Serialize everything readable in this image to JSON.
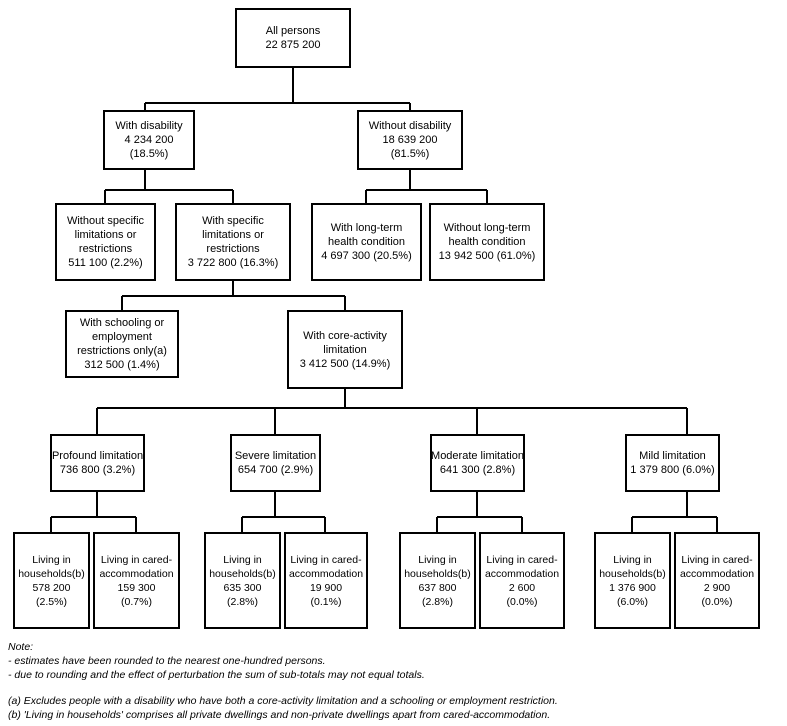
{
  "diagram": {
    "title": "All persons",
    "nodes": {
      "all_persons": {
        "label": "All persons",
        "count": "22 875 200"
      },
      "with_disability": {
        "label": "With disability",
        "count": "4 234 200",
        "percent": "(18.5%)"
      },
      "without_disability": {
        "label": "Without disability",
        "count": "18 639 200",
        "percent": "(81.5%)"
      },
      "without_specific_limitations": {
        "line1": "Without specific",
        "line2": "limitations or",
        "line3": "restrictions",
        "value": "511 100 (2.2%)"
      },
      "with_specific_limitations": {
        "line1": "With specific",
        "line2": "limitations or",
        "line3": "restrictions",
        "value": "3 722 800 (16.3%)"
      },
      "with_long_term_condition": {
        "line1": "With long-term",
        "line2": "health condition",
        "value": "4 697 300 (20.5%)"
      },
      "without_long_term_condition": {
        "line1": "Without long-term",
        "line2": "health condition",
        "value": "13 942 500 (61.0%)"
      },
      "schooling_employment_only": {
        "line1": "With schooling or",
        "line2": "employment",
        "line3": "restrictions only(a)",
        "value": "312 500 (1.4%)"
      },
      "core_activity_limitation": {
        "line1": "With core-activity",
        "line2": "limitation",
        "value": "3 412 500 (14.9%)"
      },
      "profound": {
        "label": "Profound limitation",
        "value": "736 800 (3.2%)"
      },
      "severe": {
        "label": "Severe limitation",
        "value": "654 700 (2.9%)"
      },
      "moderate": {
        "label": "Moderate limitation",
        "value": "641 300 (2.8%)"
      },
      "mild": {
        "label": "Mild limitation",
        "value": "1 379 800 (6.0%)"
      }
    },
    "leaves": [
      {
        "id": "profound-households",
        "line1": "Living in",
        "line2": "households(b)",
        "count": "578 200",
        "percent": "(2.5%)"
      },
      {
        "id": "profound-cared",
        "line1": "Living in cared-",
        "line2": "accommodation",
        "count": "159 300",
        "percent": "(0.7%)"
      },
      {
        "id": "severe-households",
        "line1": "Living in",
        "line2": "households(b)",
        "count": "635 300",
        "percent": "(2.8%)"
      },
      {
        "id": "severe-cared",
        "line1": "Living in cared-",
        "line2": "accommodation",
        "count": "19 900",
        "percent": "(0.1%)"
      },
      {
        "id": "moderate-households",
        "line1": "Living in",
        "line2": "households(b)",
        "count": "637 800",
        "percent": "(2.8%)"
      },
      {
        "id": "moderate-cared",
        "line1": "Living in cared-",
        "line2": "accommodation",
        "count": "2 600",
        "percent": "(0.0%)"
      },
      {
        "id": "mild-households",
        "line1": "Living in",
        "line2": "households(b)",
        "count": "1 376 900",
        "percent": "(6.0%)"
      },
      {
        "id": "mild-cared",
        "line1": "Living in cared-",
        "line2": "accommodation",
        "count": "2 900",
        "percent": "(0.0%)"
      }
    ]
  },
  "notes": {
    "heading": "Note:",
    "line1": "- estimates have been rounded to the nearest one-hundred persons.",
    "line2": "- due to rounding and the effect of perturbation the sum of sub-totals may not equal totals.",
    "footnote_a": "(a) Excludes people with a disability who have both a core-activity limitation and a schooling or employment restriction.",
    "footnote_b": "(b) 'Living in households' comprises all private dwellings and non-private dwellings apart from cared-accommodation."
  },
  "colors": {
    "background": "#ffffff",
    "line": "#000000",
    "text": "#000000"
  }
}
